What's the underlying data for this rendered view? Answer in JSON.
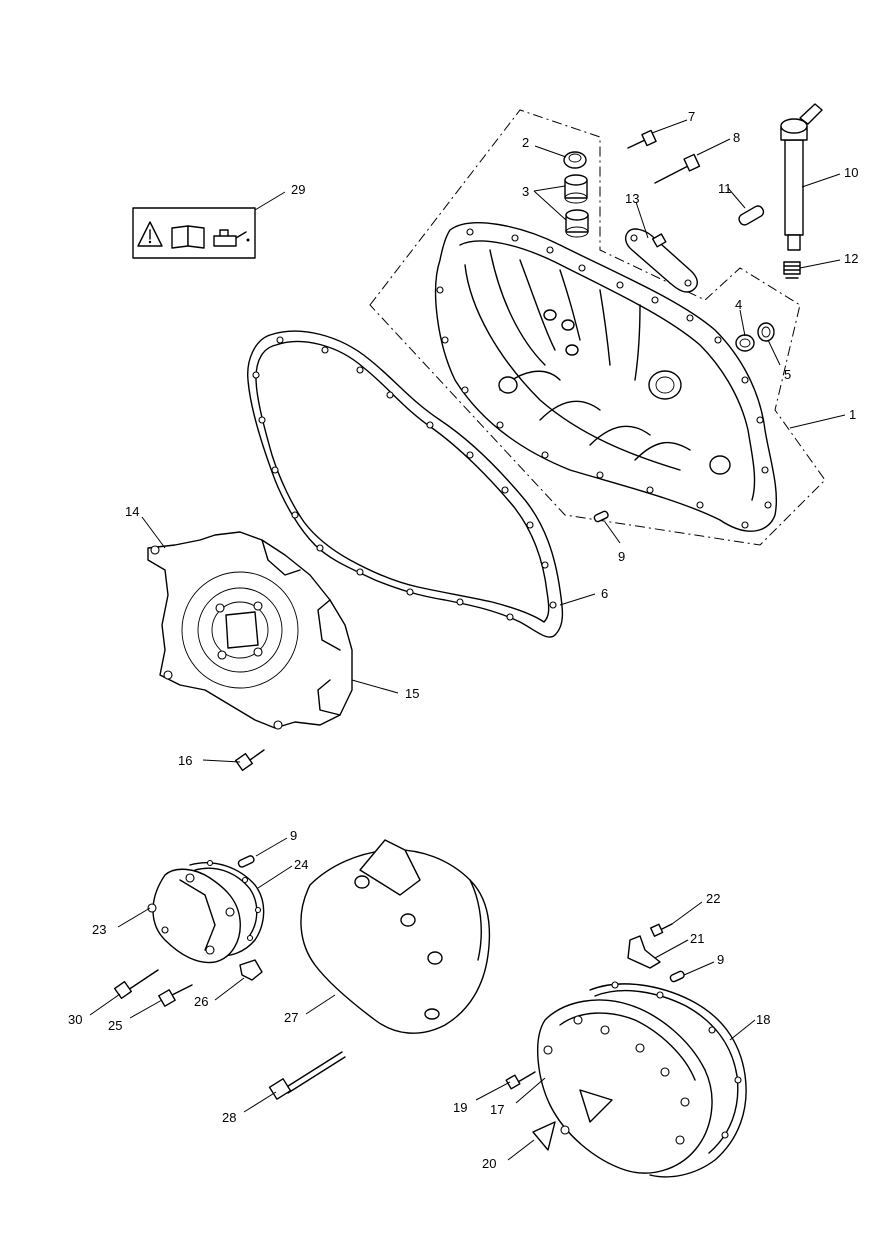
{
  "callouts": [
    {
      "id": "c1",
      "label": "1"
    },
    {
      "id": "c2",
      "label": "2"
    },
    {
      "id": "c3",
      "label": "3"
    },
    {
      "id": "c4",
      "label": "4"
    },
    {
      "id": "c5",
      "label": "5"
    },
    {
      "id": "c6",
      "label": "6"
    },
    {
      "id": "c7",
      "label": "7"
    },
    {
      "id": "c8",
      "label": "8"
    },
    {
      "id": "c9a",
      "label": "9"
    },
    {
      "id": "c9b",
      "label": "9"
    },
    {
      "id": "c9c",
      "label": "9"
    },
    {
      "id": "c10",
      "label": "10"
    },
    {
      "id": "c11",
      "label": "11"
    },
    {
      "id": "c12",
      "label": "12"
    },
    {
      "id": "c13",
      "label": "13"
    },
    {
      "id": "c14",
      "label": "14"
    },
    {
      "id": "c15",
      "label": "15"
    },
    {
      "id": "c16",
      "label": "16"
    },
    {
      "id": "c17",
      "label": "17"
    },
    {
      "id": "c18",
      "label": "18"
    },
    {
      "id": "c19",
      "label": "19"
    },
    {
      "id": "c20",
      "label": "20"
    },
    {
      "id": "c21",
      "label": "21"
    },
    {
      "id": "c22",
      "label": "22"
    },
    {
      "id": "c23",
      "label": "23"
    },
    {
      "id": "c24",
      "label": "24"
    },
    {
      "id": "c25",
      "label": "25"
    },
    {
      "id": "c26",
      "label": "26"
    },
    {
      "id": "c27",
      "label": "27"
    },
    {
      "id": "c28",
      "label": "28"
    },
    {
      "id": "c29",
      "label": "29"
    },
    {
      "id": "c30",
      "label": "30"
    }
  ],
  "warning_box_icons": [
    "warning-triangle-icon",
    "manual-book-icon",
    "oil-can-icon"
  ]
}
